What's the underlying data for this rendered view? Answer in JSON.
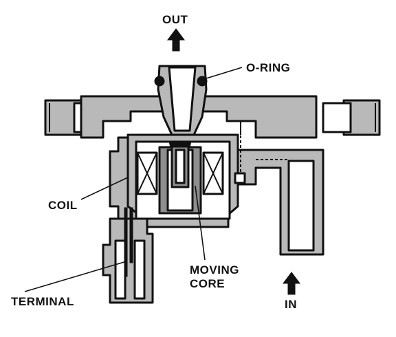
{
  "labels": {
    "out": "OUT",
    "o_ring": "O-RING",
    "coil": "COIL",
    "moving_core_line1": "MOVING",
    "moving_core_line2": "CORE",
    "terminal": "TERMINAL",
    "in": "IN"
  },
  "colors": {
    "ink": "#111111",
    "body_fill": "#b9b9b9",
    "shade_fill": "#8e8e8e",
    "background": "#ffffff"
  }
}
